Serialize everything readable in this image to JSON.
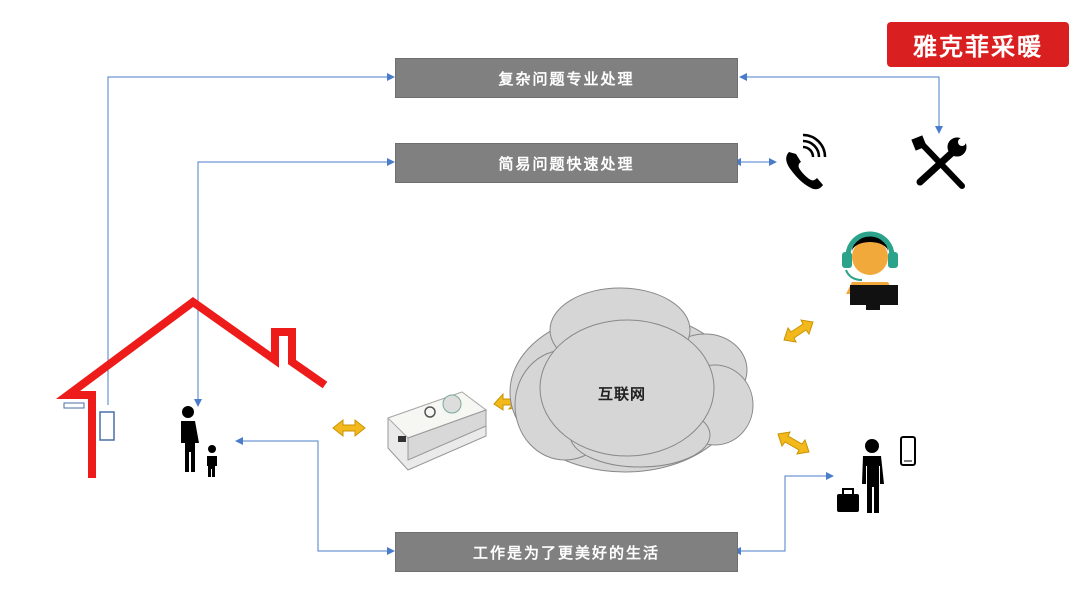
{
  "brand": {
    "label": "雅克菲采暖",
    "color": "#d91f1f"
  },
  "boxes": {
    "complex": "复杂问题专业处理",
    "simple": "简易问题快速处理",
    "life": "工作是为了更美好的生活"
  },
  "cloud": {
    "label": "互联网"
  },
  "icons": [
    "house-roof-icon",
    "thermostat-icon",
    "family-icon",
    "gateway-device-icon",
    "phone-icon",
    "tools-icon",
    "support-agent-icon",
    "traveler-icon",
    "smartphone-icon"
  ],
  "colors": {
    "connector": "#4a7cc9",
    "box": "#808080",
    "arrow": "#f2b81c",
    "roof": "#ee1b1b"
  }
}
